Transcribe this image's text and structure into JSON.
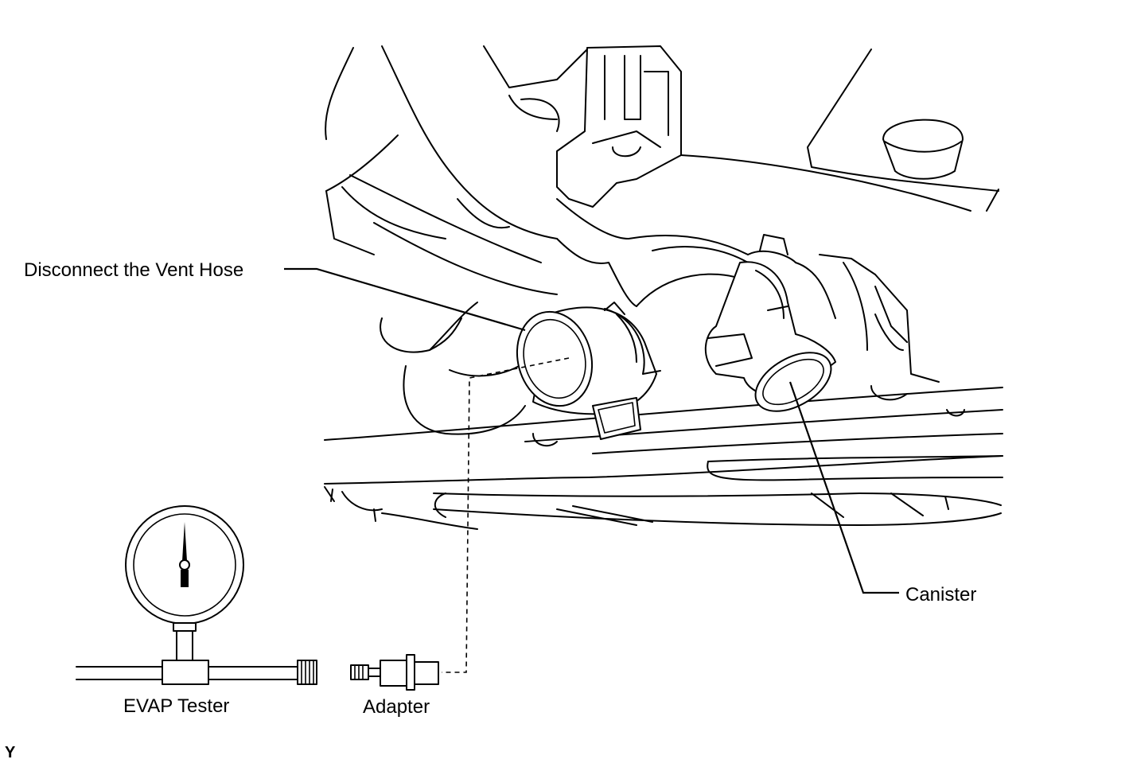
{
  "labels": {
    "vent_hose": "Disconnect the Vent Hose",
    "canister": "Canister",
    "evap_tester": "EVAP Tester",
    "adapter": "Adapter",
    "corner_code": "Y"
  }
}
